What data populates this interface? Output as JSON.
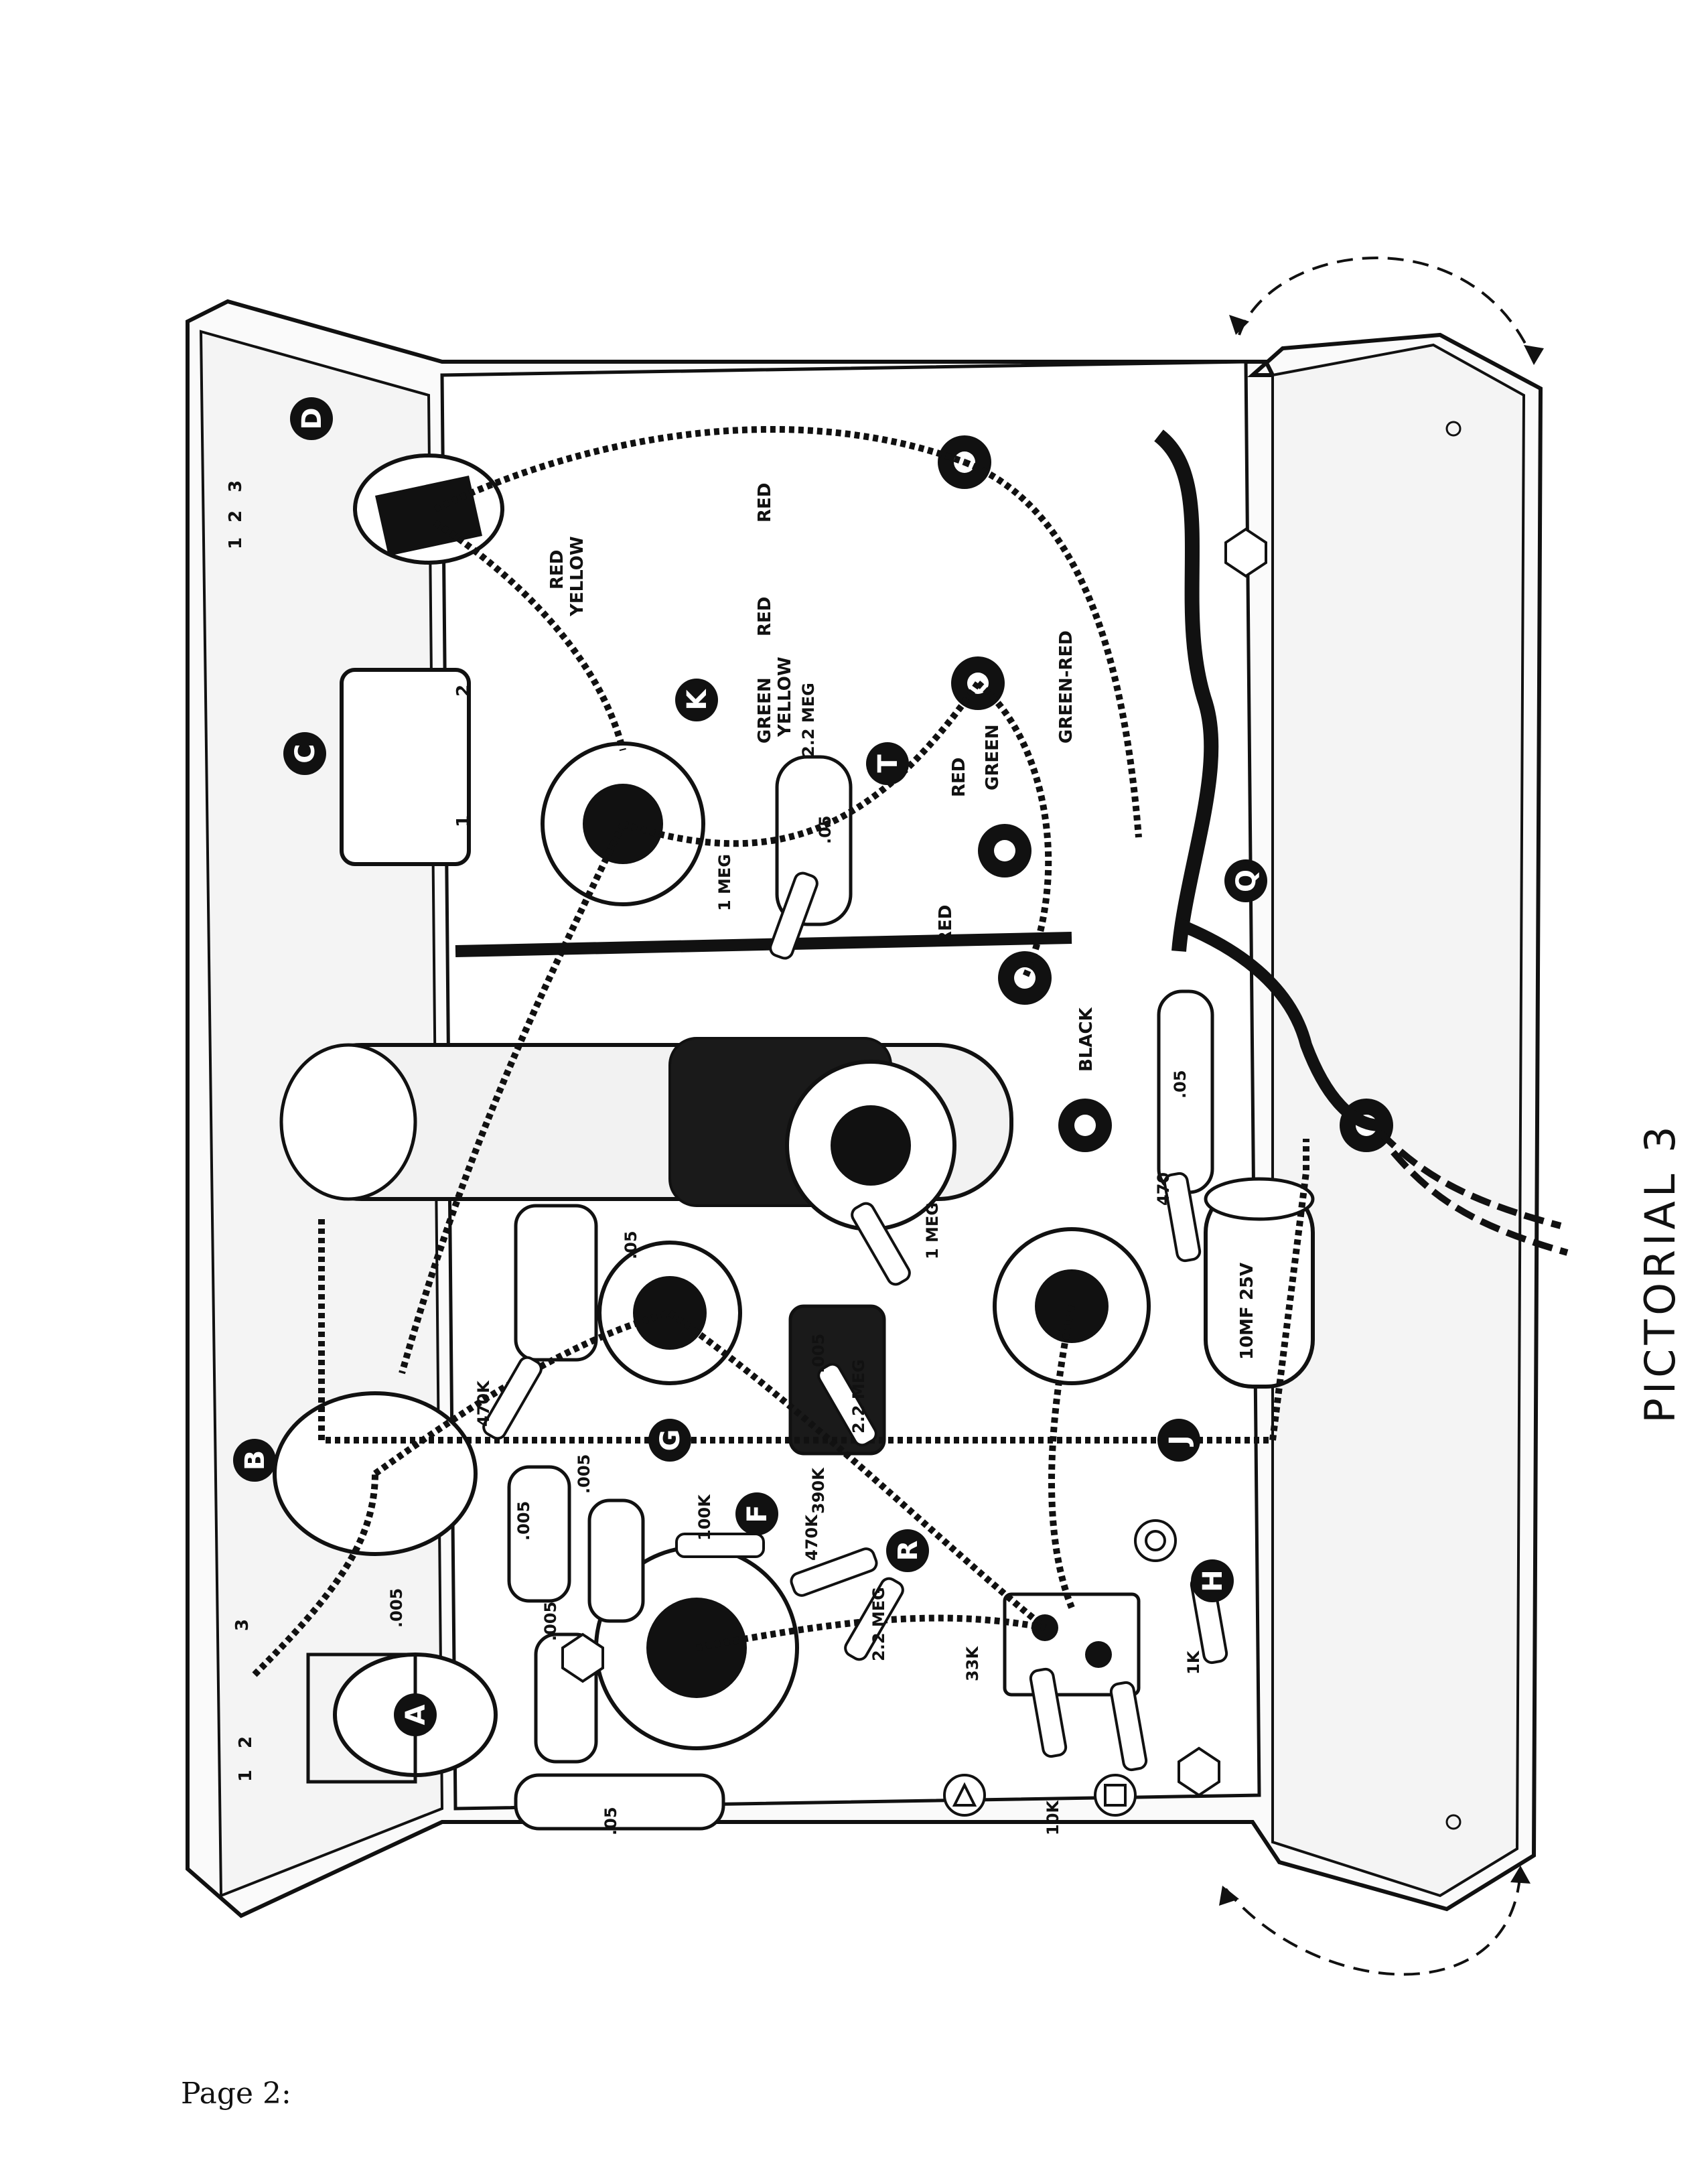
{
  "caption": "PICTORIAL 3",
  "page_label": "Page 2:",
  "markers": [
    "A",
    "B",
    "C",
    "D",
    "F",
    "G",
    "H",
    "J",
    "K",
    "Q",
    "R",
    "T"
  ],
  "outline_markers": [
    "1",
    "2",
    "3"
  ],
  "lug_numbers": [
    "1",
    "2",
    "3",
    "1",
    "2",
    "3",
    "1",
    "2"
  ],
  "wire_colors": [
    "RED",
    "YELLOW",
    "RED",
    "GREEN",
    "YELLOW",
    "GREEN-RED",
    "GREEN",
    "RED",
    "RED",
    "BLACK",
    "RED"
  ],
  "component_values": [
    ".005",
    ".005",
    ".005",
    ".05",
    ".05",
    ".005",
    ".05",
    ".005",
    ".05",
    "470K",
    "100K",
    "470K",
    "390K",
    "2.2 MEG",
    "2.2 MEG",
    "2.2 MEG",
    "1 MEG",
    "1 MEG",
    "33K",
    "10K",
    "1K",
    "470",
    "10MF 25V"
  ]
}
